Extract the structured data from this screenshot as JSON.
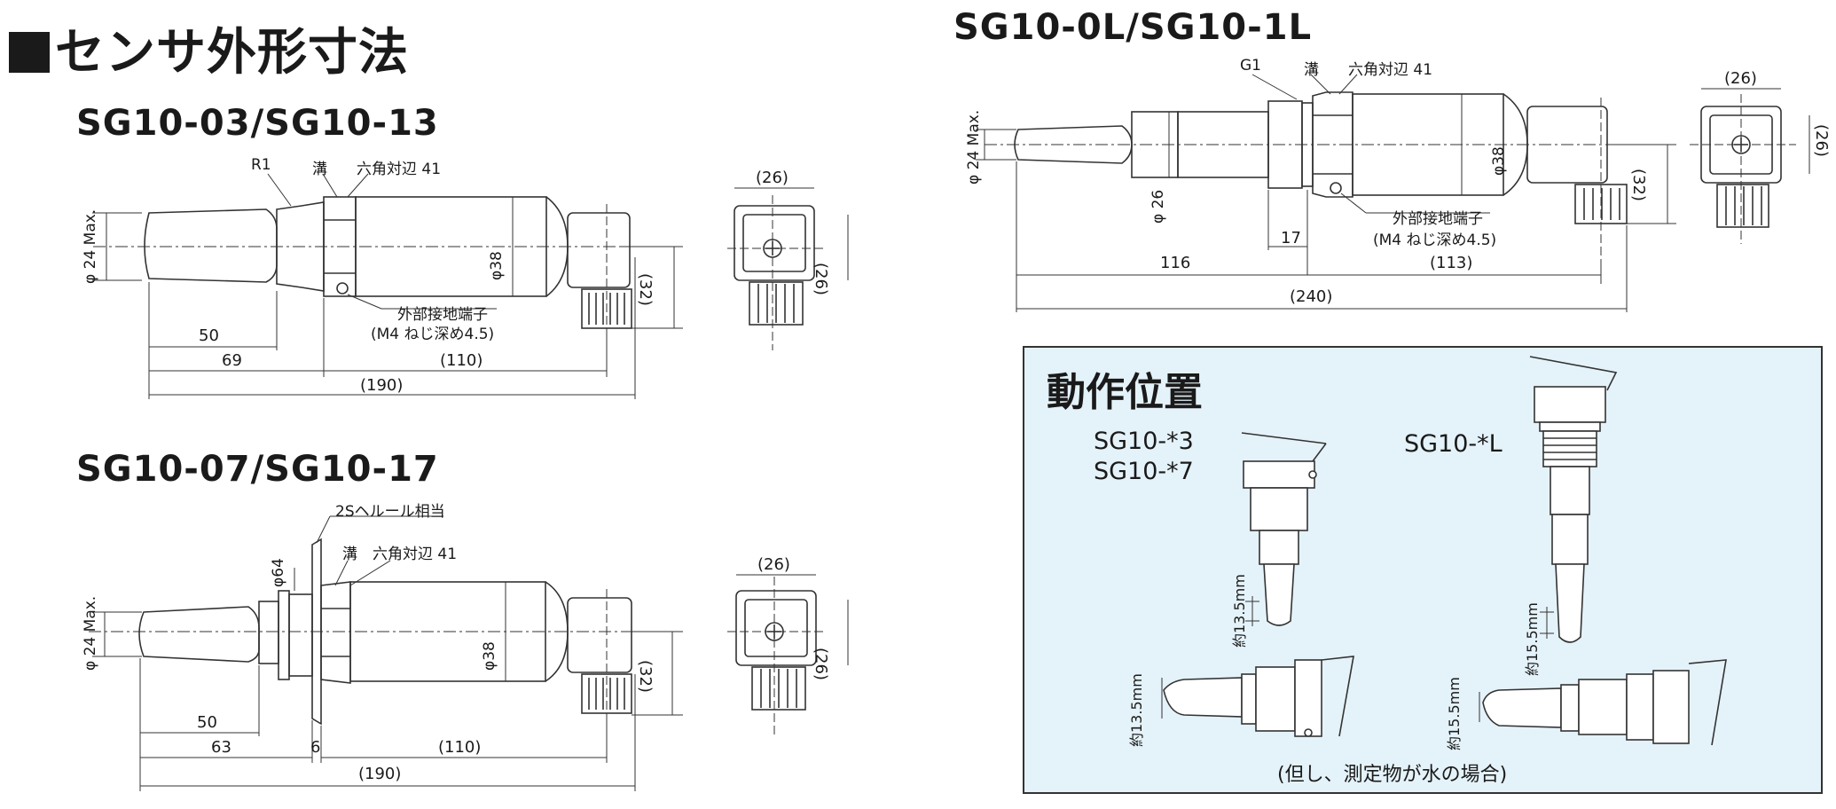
{
  "page_title": "センサ外形寸法",
  "sections": {
    "sg03": {
      "title": "SG10-03/SG10-13",
      "labels": {
        "r1": "R1",
        "groove": "溝",
        "hex": "六角対辺 41",
        "phi24": "φ 24 Max.",
        "phi38": "φ38",
        "ground_1": "外部接地端子",
        "ground_2": "(M4 ねじ深め4.5)",
        "d50": "50",
        "d69": "69",
        "d110": "(110)",
        "d190": "(190)",
        "side_w": "(26)",
        "side_h": "(26)",
        "side_32": "(32)"
      }
    },
    "sg07": {
      "title": "SG10-07/SG10-17",
      "labels": {
        "ferrule": "2Sヘルール相当",
        "groove": "溝",
        "hex": "六角対辺 41",
        "phi64": "φ64",
        "phi24": "φ 24 Max.",
        "phi38": "φ38",
        "d50": "50",
        "d63": "63",
        "d6": "6",
        "d110": "(110)",
        "d190": "(190)",
        "side_w": "(26)",
        "side_h": "(26)",
        "side_32": "(32)"
      }
    },
    "sg0l": {
      "title": "SG10-0L/SG10-1L",
      "labels": {
        "g1": "G1",
        "groove": "溝",
        "hex": "六角対辺 41",
        "phi24": "φ 24 Max.",
        "phi26": "φ 26",
        "phi38": "φ38",
        "ground_1": "外部接地端子",
        "ground_2": "(M4 ねじ深め4.5)",
        "d17": "17",
        "d116": "116",
        "d113": "(113)",
        "d240": "(240)",
        "side_w": "(26)",
        "side_h": "(26)",
        "side_32": "(32)"
      }
    }
  },
  "operation": {
    "title": "動作位置",
    "label_a1": "SG10-*3",
    "label_a2": "SG10-*7",
    "label_b": "SG10-*L",
    "dim_135_a": "約13.5mm",
    "dim_155_a": "約15.5mm",
    "dim_135_b": "約13.5mm",
    "dim_155_b": "約15.5mm",
    "note": "(但し、測定物が水の場合)"
  },
  "colors": {
    "line": "#333333",
    "panel_bg": "#e4f2f9",
    "body_fill": "#ffffff"
  }
}
